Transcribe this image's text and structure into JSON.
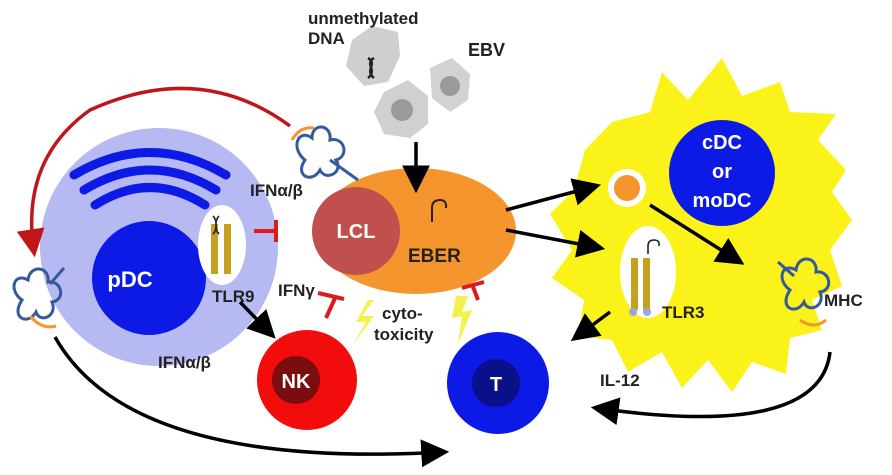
{
  "labels": {
    "unmethylated_line1": "unmethylated",
    "unmethylated_line2": "DNA",
    "ebv": "EBV",
    "ifn_ab_top": "IFNα/β",
    "lcl": "LCL",
    "eber": "EBER",
    "pdc": "pDC",
    "tlr9": "TLR9",
    "ifn_gamma": "IFNγ",
    "cytotoxicity_line1": "cyto-",
    "cytotoxicity_line2": "toxicity",
    "ifn_ab_bottom": "IFNα/β",
    "nk": "NK",
    "t": "T",
    "il12": "IL-12",
    "cdc_line1": "cDC",
    "cdc_line2": "or",
    "cdc_line3": "moDC",
    "tlr3": "TLR3",
    "mhc": "MHC"
  },
  "colors": {
    "pdc_halo": "#b6b9f2",
    "cell_blue": "#0d1ae6",
    "lcl_orange": "#f4952e",
    "lcl_nucleus": "#c0504d",
    "nk_red": "#f20c0c",
    "nk_nucleus": "#7a0d0d",
    "t_nucleus": "#0a0f8a",
    "dc_yellow": "#fbf21a",
    "receptor_gold": "#c8a020",
    "inhibit_red": "#e01a1a",
    "feedback_arrow": "#c0161a",
    "virus_grey": "#cfcfcf",
    "lightning": "#f4f24a"
  }
}
